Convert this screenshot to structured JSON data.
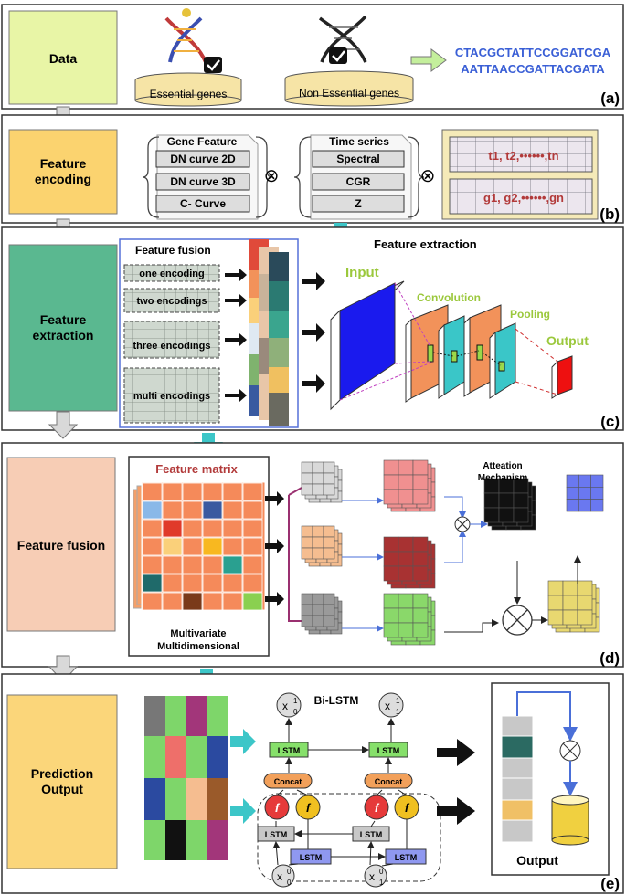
{
  "panel_a": {
    "box": "Data",
    "tray1": "Essential genes",
    "tray2": "Non Essential genes",
    "seq_line1": "CTACGCTATTCCGGATCGA",
    "seq_line2": "AATTAACCGATTACGATA",
    "tag": "(a)"
  },
  "panel_b": {
    "box_line1": "Feature",
    "box_line2": "encoding",
    "gene_feature": {
      "title": "Gene Feature",
      "items": [
        "DN curve 2D",
        "DN curve 3D",
        "C- Curve"
      ]
    },
    "time_series": {
      "title": "Time series",
      "items": [
        "Spectral",
        "CGR",
        "Z"
      ]
    },
    "otimes": "⊗",
    "seq_t": "t1, t2,••••••,tn",
    "seq_g": "g1, g2,••••••,gn",
    "tag": "(b)"
  },
  "panel_c": {
    "box_line1": "Feature",
    "box_line2": "extraction",
    "fusion_title": "Feature fusion",
    "encodings": [
      "one encoding",
      "two encodings",
      "three encodings",
      "multi encodings"
    ],
    "extraction_title": "Feature extraction",
    "input": "Input",
    "convolution": "Convolution",
    "pooling": "Pooling",
    "output": "Output",
    "tag": "(c)"
  },
  "panel_d": {
    "box": "Feature fusion",
    "matrix_title": "Feature matrix",
    "caption_line1": "Multivariate",
    "caption_line2": "Multidimensional",
    "attention_line1": "Atteation",
    "attention_line2": "Mechanism",
    "tag": "(d)"
  },
  "panel_e": {
    "box_line1": "Prediction",
    "box_line2": "Output",
    "bilstm": "Bi-LSTM",
    "lstm": "LSTM",
    "concat": "Concat",
    "f": "f",
    "x00": "x",
    "output": "Output",
    "tag": "(e)"
  },
  "colors": {
    "data_box": "#e8f5a6",
    "encoding_box": "#fbd36f",
    "extraction_box": "#5ab890",
    "fusion_box": "#f7cdb5",
    "prediction_box": "#fbd67a",
    "seq_blue": "#3a5fd6",
    "seq_red": "#b23a3a",
    "cyan_arrow": "#3cc6c8"
  }
}
